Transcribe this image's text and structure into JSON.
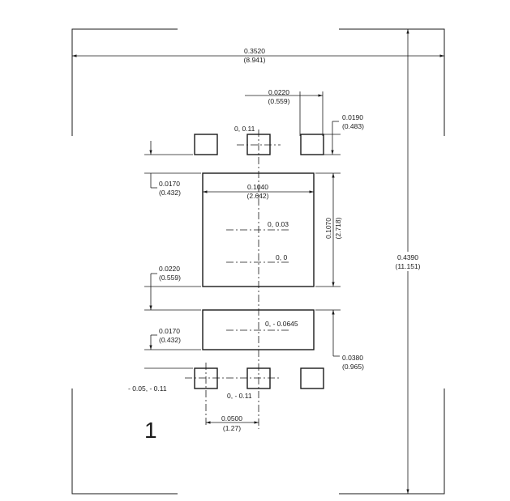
{
  "overall_width": {
    "inch": "0.3520",
    "mm": "(8.941)"
  },
  "overall_height": {
    "inch": "0.4390",
    "mm": "(11.151)"
  },
  "pad_pitch_top": {
    "inch": "0.0220",
    "mm": "(0.559)"
  },
  "small_pad_height": {
    "inch": "0.0190",
    "mm": "(0.483)"
  },
  "gap_top_to_body": {
    "inch": "0.0170",
    "mm": "(0.432)"
  },
  "body_width": {
    "inch": "0.1040",
    "mm": "(2.642)"
  },
  "body_height": {
    "inch": "0.1070",
    "mm": "(2.718)"
  },
  "gap_body_to_lower": {
    "inch": "0.0220",
    "mm": "(0.559)"
  },
  "lower_pad_height": {
    "inch": "0.0380",
    "mm": "(0.965)"
  },
  "gap_lower_to_bottom": {
    "inch": "0.0170",
    "mm": "(0.432)"
  },
  "bottom_pitch": {
    "inch": "0.0500",
    "mm": "(1.27)"
  },
  "coords": {
    "top_center": "0, 0.11",
    "body_upper": "0, 0.03",
    "origin": "0, 0",
    "lower_pad": "0, - 0.0645",
    "bottom_left": "- 0.05, - 0.11",
    "bottom_center": "0, - 0.11"
  },
  "pin_one": "1"
}
